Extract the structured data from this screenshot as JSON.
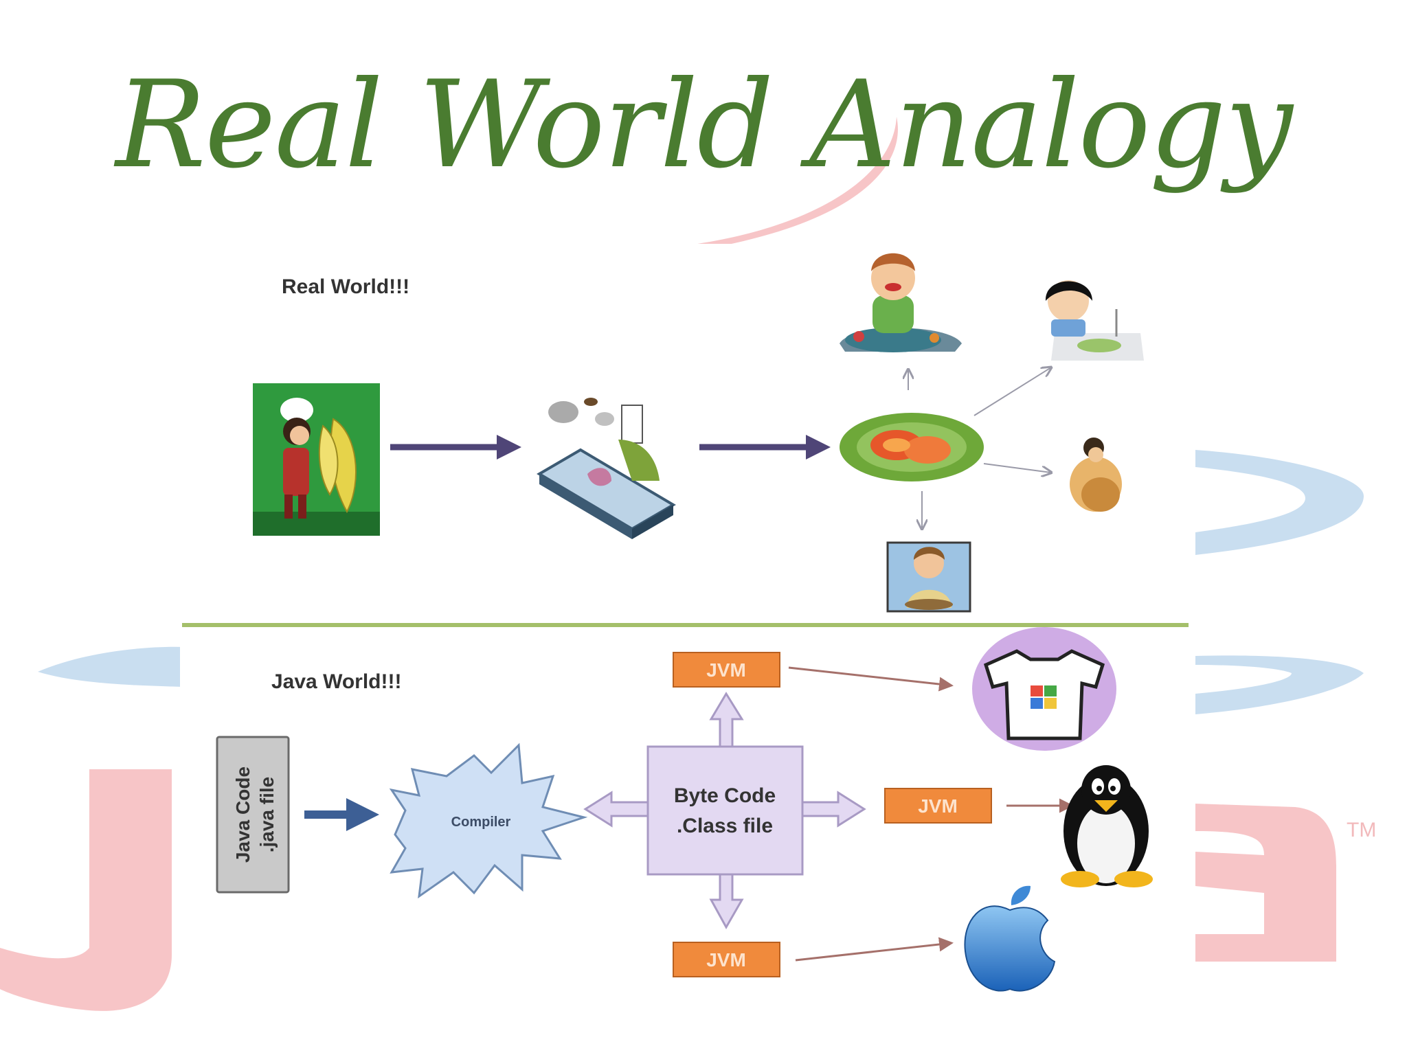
{
  "slide": {
    "title": "Real World Analogy",
    "title_color": "#4a7c30"
  },
  "real_world": {
    "label": "Real World!!!",
    "icons": [
      "chef-with-fish-icon",
      "cooking-counter-icon",
      "dish-icon",
      "boy-eating-icon",
      "girl-eating-icon",
      "woman-eating-icon",
      "man-eating-icon"
    ]
  },
  "java_world": {
    "label": "Java World!!!",
    "java_code": {
      "line1": "Java Code",
      "line2": ".java file"
    },
    "compiler": "Compiler",
    "byte_code": {
      "line1": "Byte Code",
      "line2": ".Class file"
    },
    "jvm_labels": [
      "JVM",
      "JVM",
      "JVM"
    ],
    "targets": [
      "windows-tshirt-icon",
      "linux-penguin-icon",
      "apple-icon"
    ]
  },
  "colors": {
    "jvm_fill": "#f08a3c",
    "byte_code_fill": "#e3d9f2",
    "compiler_fill": "#cfe0f5",
    "java_code_fill": "#c9c9c9",
    "divider": "#a4bf6a",
    "arrow_dark": "#4f4577",
    "arrow_blue": "#3d5f95",
    "watermark_red": "#f7c5c7",
    "watermark_blue": "#c9def0"
  }
}
